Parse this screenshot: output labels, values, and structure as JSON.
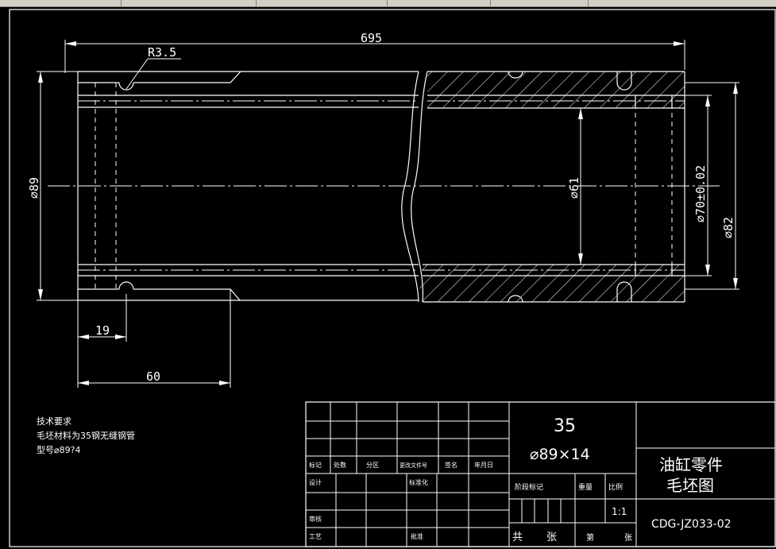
{
  "drawing": {
    "dimensions": {
      "total_length": "695",
      "fillet_radius": "R3.5",
      "outer_diameter": "⌀89",
      "bore_diameter": "⌀61",
      "seal_diameter": "⌀70±0.02",
      "groove_diameter": "⌀82",
      "groove_offset": "19",
      "chamfer_length": "60"
    },
    "notes": {
      "title": "技术要求",
      "line1": "毛坯材料为35钢无缝钢管",
      "line2": "型号⌀89?4"
    },
    "title_block": {
      "material": "35",
      "stock_size": "⌀89×14",
      "part_name_line1": "油缸零件",
      "part_name_line2": "毛坯图",
      "drawing_number": "CDG-JZ033-02",
      "scale_value": "1:1",
      "labels": {
        "mark": "标记",
        "count": "处数",
        "zone": "分区",
        "change_doc": "更改文件号",
        "signature": "签名",
        "date": "年月日",
        "design": "设计",
        "standardize": "标准化",
        "stage_mark": "阶段标记",
        "weight": "重量",
        "scale": "比例",
        "review": "审核",
        "process": "工艺",
        "approve": "批准",
        "total": "共",
        "sheets": "张",
        "sheet_no": "第",
        "sheet": "张"
      }
    }
  }
}
